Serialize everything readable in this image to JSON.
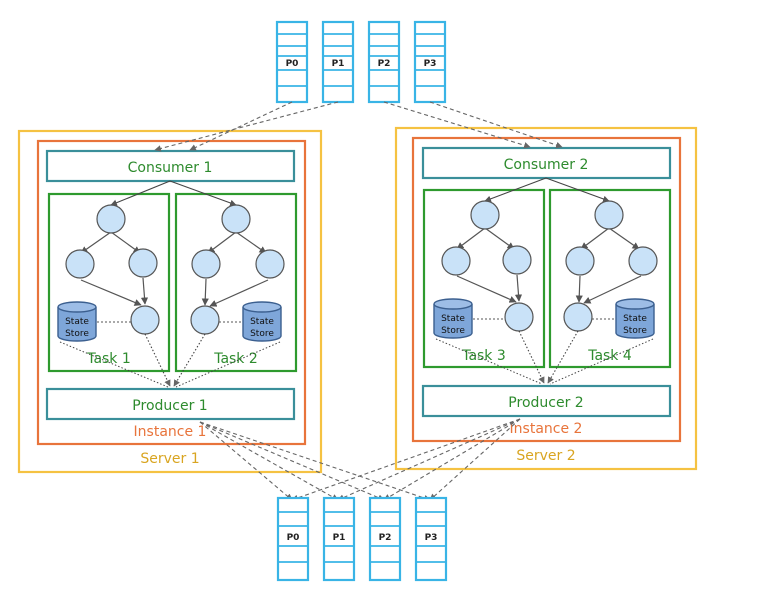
{
  "topic": {
    "partitions": [
      "P0",
      "P1",
      "P2",
      "P3"
    ]
  },
  "servers": [
    {
      "name": "Server 1",
      "instance": "Instance 1",
      "consumer": "Consumer 1",
      "producer": "Producer 1",
      "tasks": [
        {
          "label": "Task 1",
          "store_line1": "State",
          "store_line2": "Store"
        },
        {
          "label": "Task 2",
          "store_line1": "State",
          "store_line2": "Store"
        }
      ]
    },
    {
      "name": "Server 2",
      "instance": "Instance 2",
      "consumer": "Consumer 2",
      "producer": "Producer 2",
      "tasks": [
        {
          "label": "Task 3",
          "store_line1": "State",
          "store_line2": "Store"
        },
        {
          "label": "Task 4",
          "store_line1": "State",
          "store_line2": "Store"
        }
      ]
    }
  ],
  "colors": {
    "server": "#f5c242",
    "instance": "#e8743b",
    "client_box": "#3a8f9a",
    "task": "#2e9a2e",
    "text_green": "#2e8b2e",
    "text_orange": "#e8743b",
    "text_gold": "#d9a521",
    "partition": "#39b4e6",
    "node_fill": "#c9e2f8",
    "node_stroke": "#555555",
    "store_fill": "#7ea6d9",
    "store_stroke": "#3b5f8f",
    "dash": "#666666"
  }
}
